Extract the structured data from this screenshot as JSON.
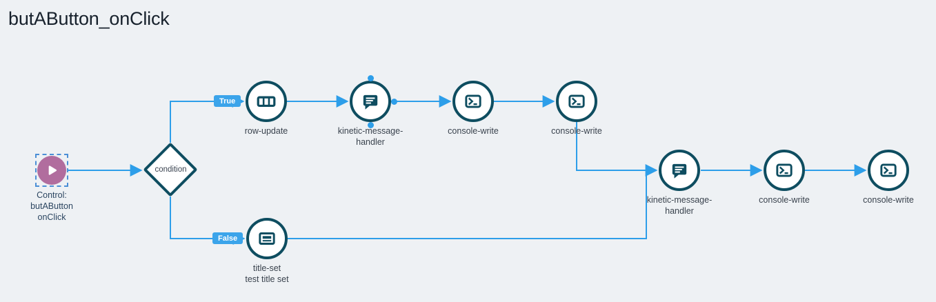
{
  "page": {
    "title": "butAButton_onClick"
  },
  "colors": {
    "background": "#eef1f4",
    "edge_blue": "#2d9ee9",
    "node_border_teal": "#0e4d60",
    "start_node_plum": "#b16d9e",
    "selection_dash_blue": "#4b8fd6",
    "badge_blue": "#3ba4ea",
    "label_text": "#39424d"
  },
  "edges": {
    "true_label": "True",
    "false_label": "False"
  },
  "nodes": {
    "start": {
      "label": "Control:\nbutAButton\nonClick",
      "icon": "play-icon"
    },
    "condition": {
      "label": "condition"
    },
    "row_update": {
      "label": "row-update",
      "icon": "table-row-icon"
    },
    "kmh1": {
      "label": "kinetic-message-handler",
      "icon": "message-bubble-icon"
    },
    "cw1": {
      "label": "console-write",
      "icon": "terminal-icon"
    },
    "cw2": {
      "label": "console-write",
      "icon": "terminal-icon"
    },
    "kmh2": {
      "label": "kinetic-message-handler",
      "icon": "message-bubble-icon"
    },
    "cw3": {
      "label": "console-write",
      "icon": "terminal-icon"
    },
    "cw4": {
      "label": "console-write",
      "icon": "terminal-icon"
    },
    "title_set": {
      "label": "title-set\ntest title set",
      "icon": "title-bar-icon"
    }
  }
}
